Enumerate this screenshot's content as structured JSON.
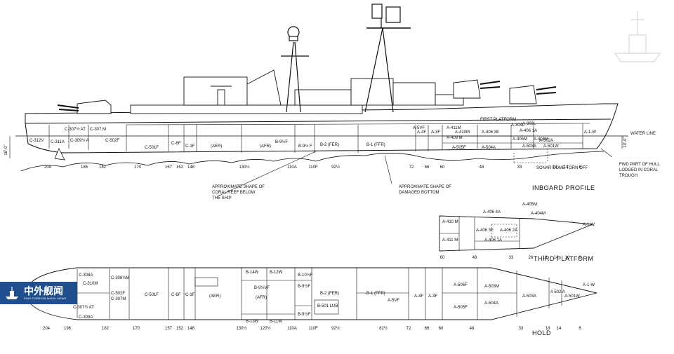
{
  "titles": {
    "inboard": "INBOARD PROFILE",
    "third": "THIRD PLATFORM",
    "hold": "HOLD",
    "first_platform": "FIRST PLATFORM",
    "water_line": "WATER LINE"
  },
  "notes": {
    "coral1": "APPROXIMATE SHAPE OF",
    "coral2": "CORAL REEF BELOW",
    "coral3": "THE SHIP",
    "damage1": "APPROXIMATE SHAPE OF",
    "damage2": "DAMAGED BOTTOM",
    "sonar": "SONAR DOME TORN OFF",
    "fwd1": "FWD PART OF HULL",
    "fwd2": "LODGED IN CORAL",
    "fwd3": "TROUGH"
  },
  "draft_left": "16'-0\"",
  "draft_right": "10'-0\"",
  "logo": {
    "cn": "中外舰闻",
    "en": "SINO-FOREIGN NAVAL NEWS",
    "icon": "warship-icon"
  },
  "watermark_icon": "warship-watermark-icon",
  "profile_frames": [
    "204",
    "186",
    "182",
    "170",
    "157",
    "152",
    "148",
    "130½",
    "110A",
    "110F",
    "92½",
    "72",
    "66",
    "60",
    "48",
    "33",
    "18",
    "14",
    "6"
  ],
  "profile_labels": [
    "C-312V",
    "C-311A",
    "C-309½ A",
    "C-307½ AT",
    "C-307 M",
    "C-502F",
    "C-501F",
    "C-6F",
    "C-1F",
    "(AER)",
    "(AFR)",
    "B-9½F",
    "B-9½ F",
    "B-2 (FER)",
    "B-1 (FFR)",
    "A-5VF",
    "A-4F",
    "A-3F",
    "A-411M",
    "A-410M",
    "A-409 M",
    "A-406 3E",
    "A-304L",
    "A-303L",
    "A-406 1A",
    "A-405M",
    "A-404M",
    "A-505F",
    "A-504A",
    "A-502A",
    "A-503A",
    "A-501W",
    "A-1-W"
  ],
  "third_frames": [
    "60",
    "48",
    "33",
    "26",
    "18",
    "14",
    "10",
    "6"
  ],
  "third_labels": [
    "A-410 M",
    "A-411 M",
    "A-406 4A",
    "A-405M",
    "A-404M",
    "A-406 3E",
    "A-406 2A",
    "A-406 1A",
    "A-1-W"
  ],
  "hold_frames": [
    "204",
    "196",
    "182",
    "170",
    "157",
    "152",
    "148",
    "130½",
    "120½",
    "110A",
    "110F",
    "92½",
    "82½",
    "72",
    "66",
    "60",
    "48",
    "33",
    "18",
    "14",
    "6"
  ],
  "hold_labels": [
    "C-308A",
    "C-308½M",
    "C-310M",
    "C-502F",
    "C-307M",
    "C-307½ AT",
    "C-309A",
    "C-501F",
    "C-6F",
    "C-1F",
    "(AER)",
    "B-14W",
    "B-12W",
    "B-9½VF",
    "(AFR)",
    "B-13W",
    "B-11W",
    "B-10½F",
    "B-9½F",
    "B-501 LUB",
    "B-9½F",
    "B-2 (FER)",
    "B-1 (FFR)",
    "A-5VF",
    "A-4F",
    "A-3F",
    "A-506F",
    "A-505F",
    "A-503M",
    "A-504A",
    "A-503A",
    "A 502 A",
    "A-501W",
    "A-1-W"
  ]
}
